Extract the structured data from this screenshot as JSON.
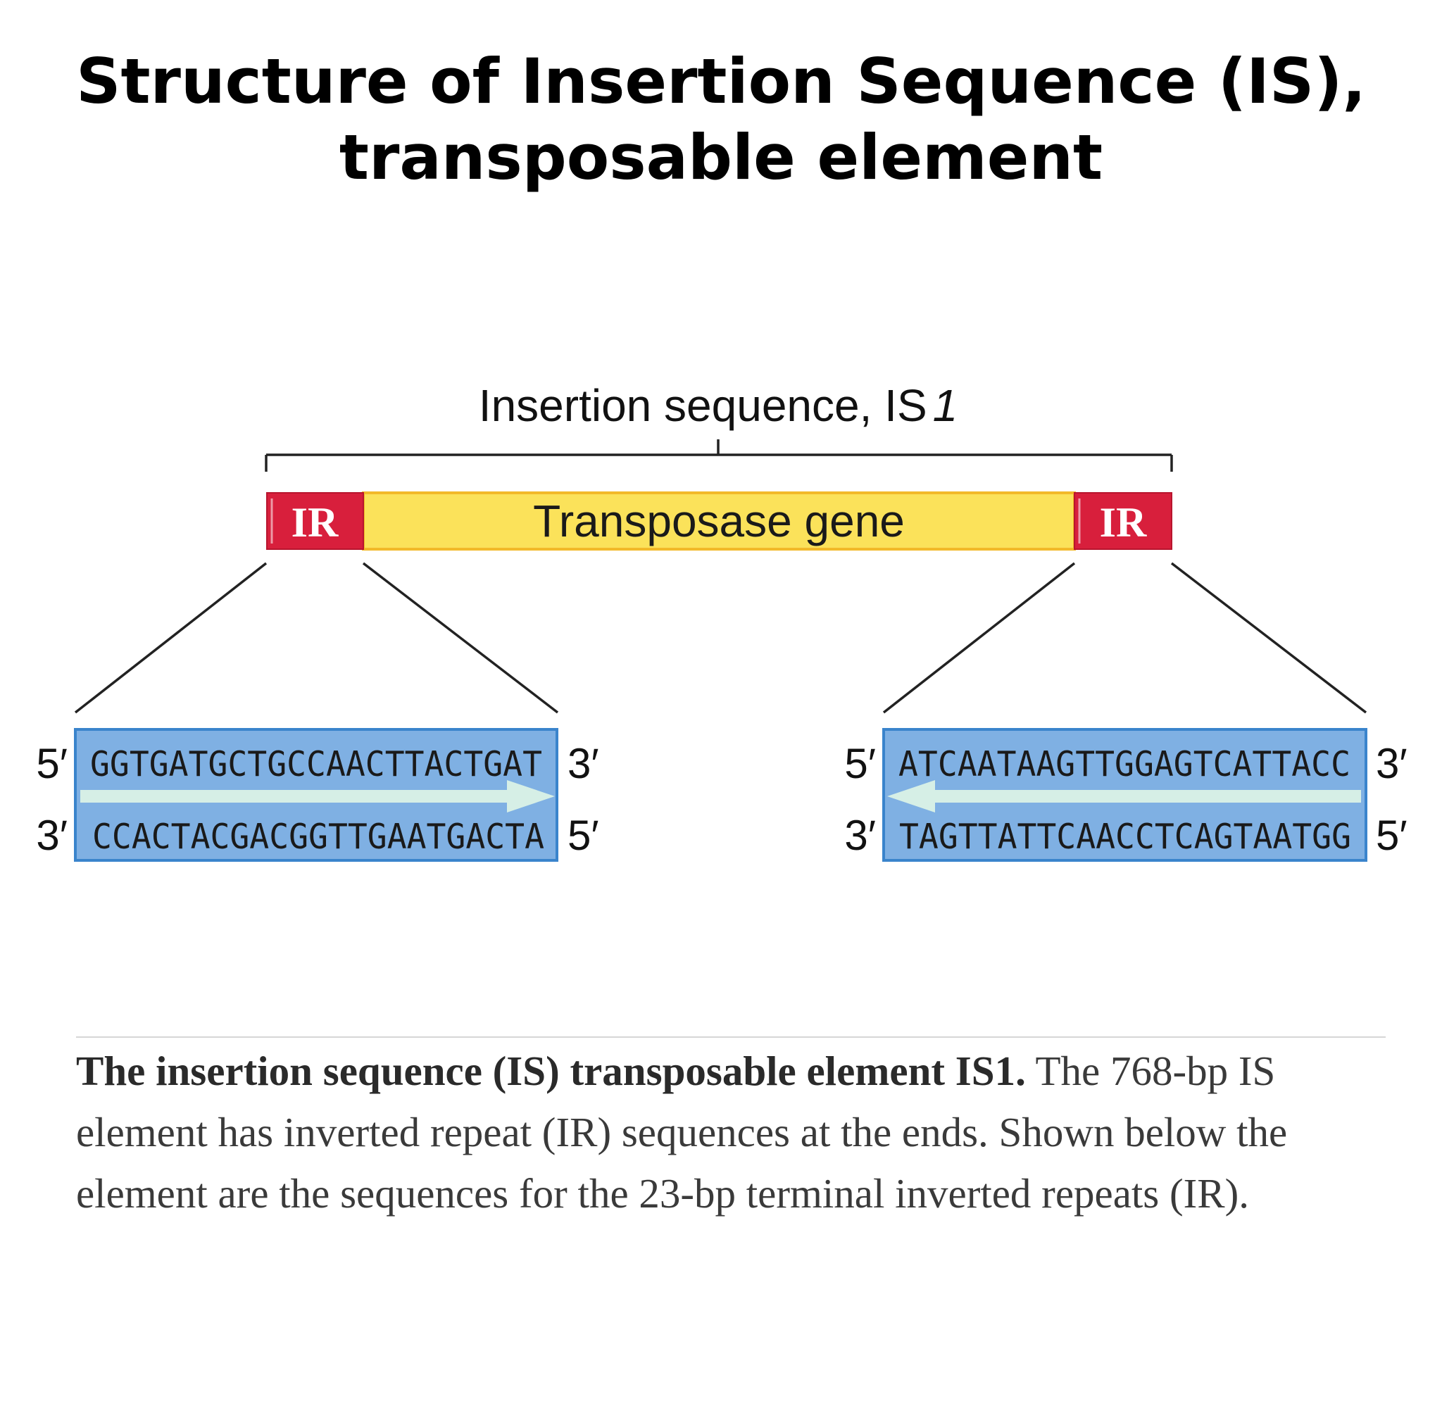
{
  "title": {
    "line1": "Structure of Insertion Sequence (IS),",
    "line2": "transposable element"
  },
  "diagram": {
    "bracket_label_main": "Insertion sequence, IS",
    "bracket_label_number": "1",
    "left_ir_label": "IR",
    "gene_label": "Transposase gene",
    "right_ir_label": "IR",
    "left_repeat": {
      "top_left_end": "5′",
      "top_sequence": "GGTGATGCTGCCAACTTACTGAT",
      "top_right_end": "3′",
      "bottom_left_end": "3′",
      "bottom_sequence": "CCACTACGACGGTTGAATGACTA",
      "bottom_right_end": "5′",
      "arrow_direction": "right"
    },
    "right_repeat": {
      "top_left_end": "5′",
      "top_sequence": "ATCAATAAGTTGGAGTCATTACC",
      "top_right_end": "3′",
      "bottom_left_end": "3′",
      "bottom_sequence": "TAGTTATTCAACCTCAGTAATGG",
      "bottom_right_end": "5′",
      "arrow_direction": "left"
    },
    "colors": {
      "ir_red": "#d81f3c",
      "gene_yellow": "#fbe25a",
      "gene_border": "#f2b92a",
      "repeat_blue": "#7fb0e3",
      "repeat_border": "#3a84cc",
      "arrow_mint": "#d6efe6"
    }
  },
  "caption": {
    "bold_lead": "The insertion sequence (IS) transposable element IS1.",
    "body": " The 768-bp IS element has inverted repeat (IR) sequences at the ends. Shown below the element are the sequences for the 23-bp terminal inverted repeats (IR)."
  }
}
